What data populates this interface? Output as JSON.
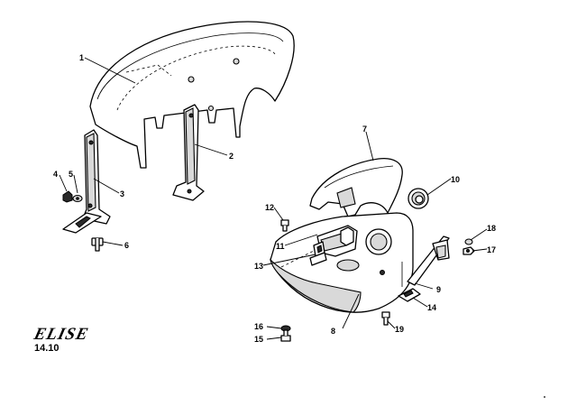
{
  "brand": "ELISE",
  "page_ref": "14.10",
  "callouts": [
    "1",
    "2",
    "3",
    "4",
    "5",
    "6",
    "7",
    "8",
    "9",
    "10",
    "11",
    "12",
    "13",
    "14",
    "15",
    "16",
    "17",
    "18",
    "19"
  ]
}
